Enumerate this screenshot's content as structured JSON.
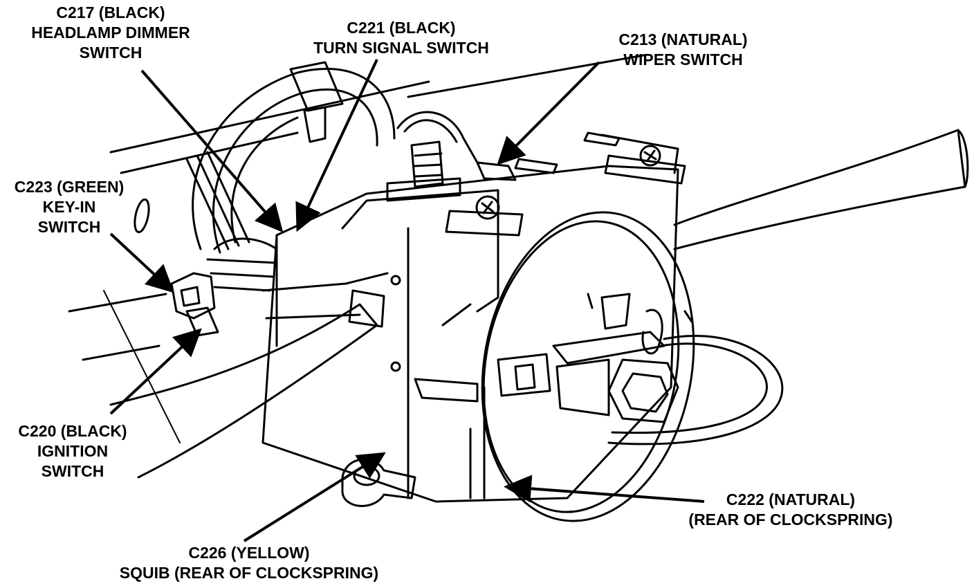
{
  "callouts": {
    "c217": {
      "lines": [
        "C217 (BLACK)",
        "HEADLAMP DIMMER",
        "SWITCH"
      ]
    },
    "c221": {
      "lines": [
        "C221 (BLACK)",
        "TURN SIGNAL SWITCH"
      ]
    },
    "c213": {
      "lines": [
        "C213 (NATURAL)",
        "WIPER SWITCH"
      ]
    },
    "c223": {
      "lines": [
        "C223 (GREEN)",
        "KEY-IN",
        "SWITCH"
      ]
    },
    "c220": {
      "lines": [
        "C220 (BLACK)",
        "IGNITION",
        "SWITCH"
      ]
    },
    "c222": {
      "lines": [
        "C222 (NATURAL)",
        "(REAR OF CLOCKSPRING)"
      ]
    },
    "c226": {
      "lines": [
        "C226 (YELLOW)",
        "SQUIB (REAR OF CLOCKSPRING)"
      ]
    }
  },
  "colors": {
    "ink": "#000000",
    "paper": "#ffffff"
  }
}
